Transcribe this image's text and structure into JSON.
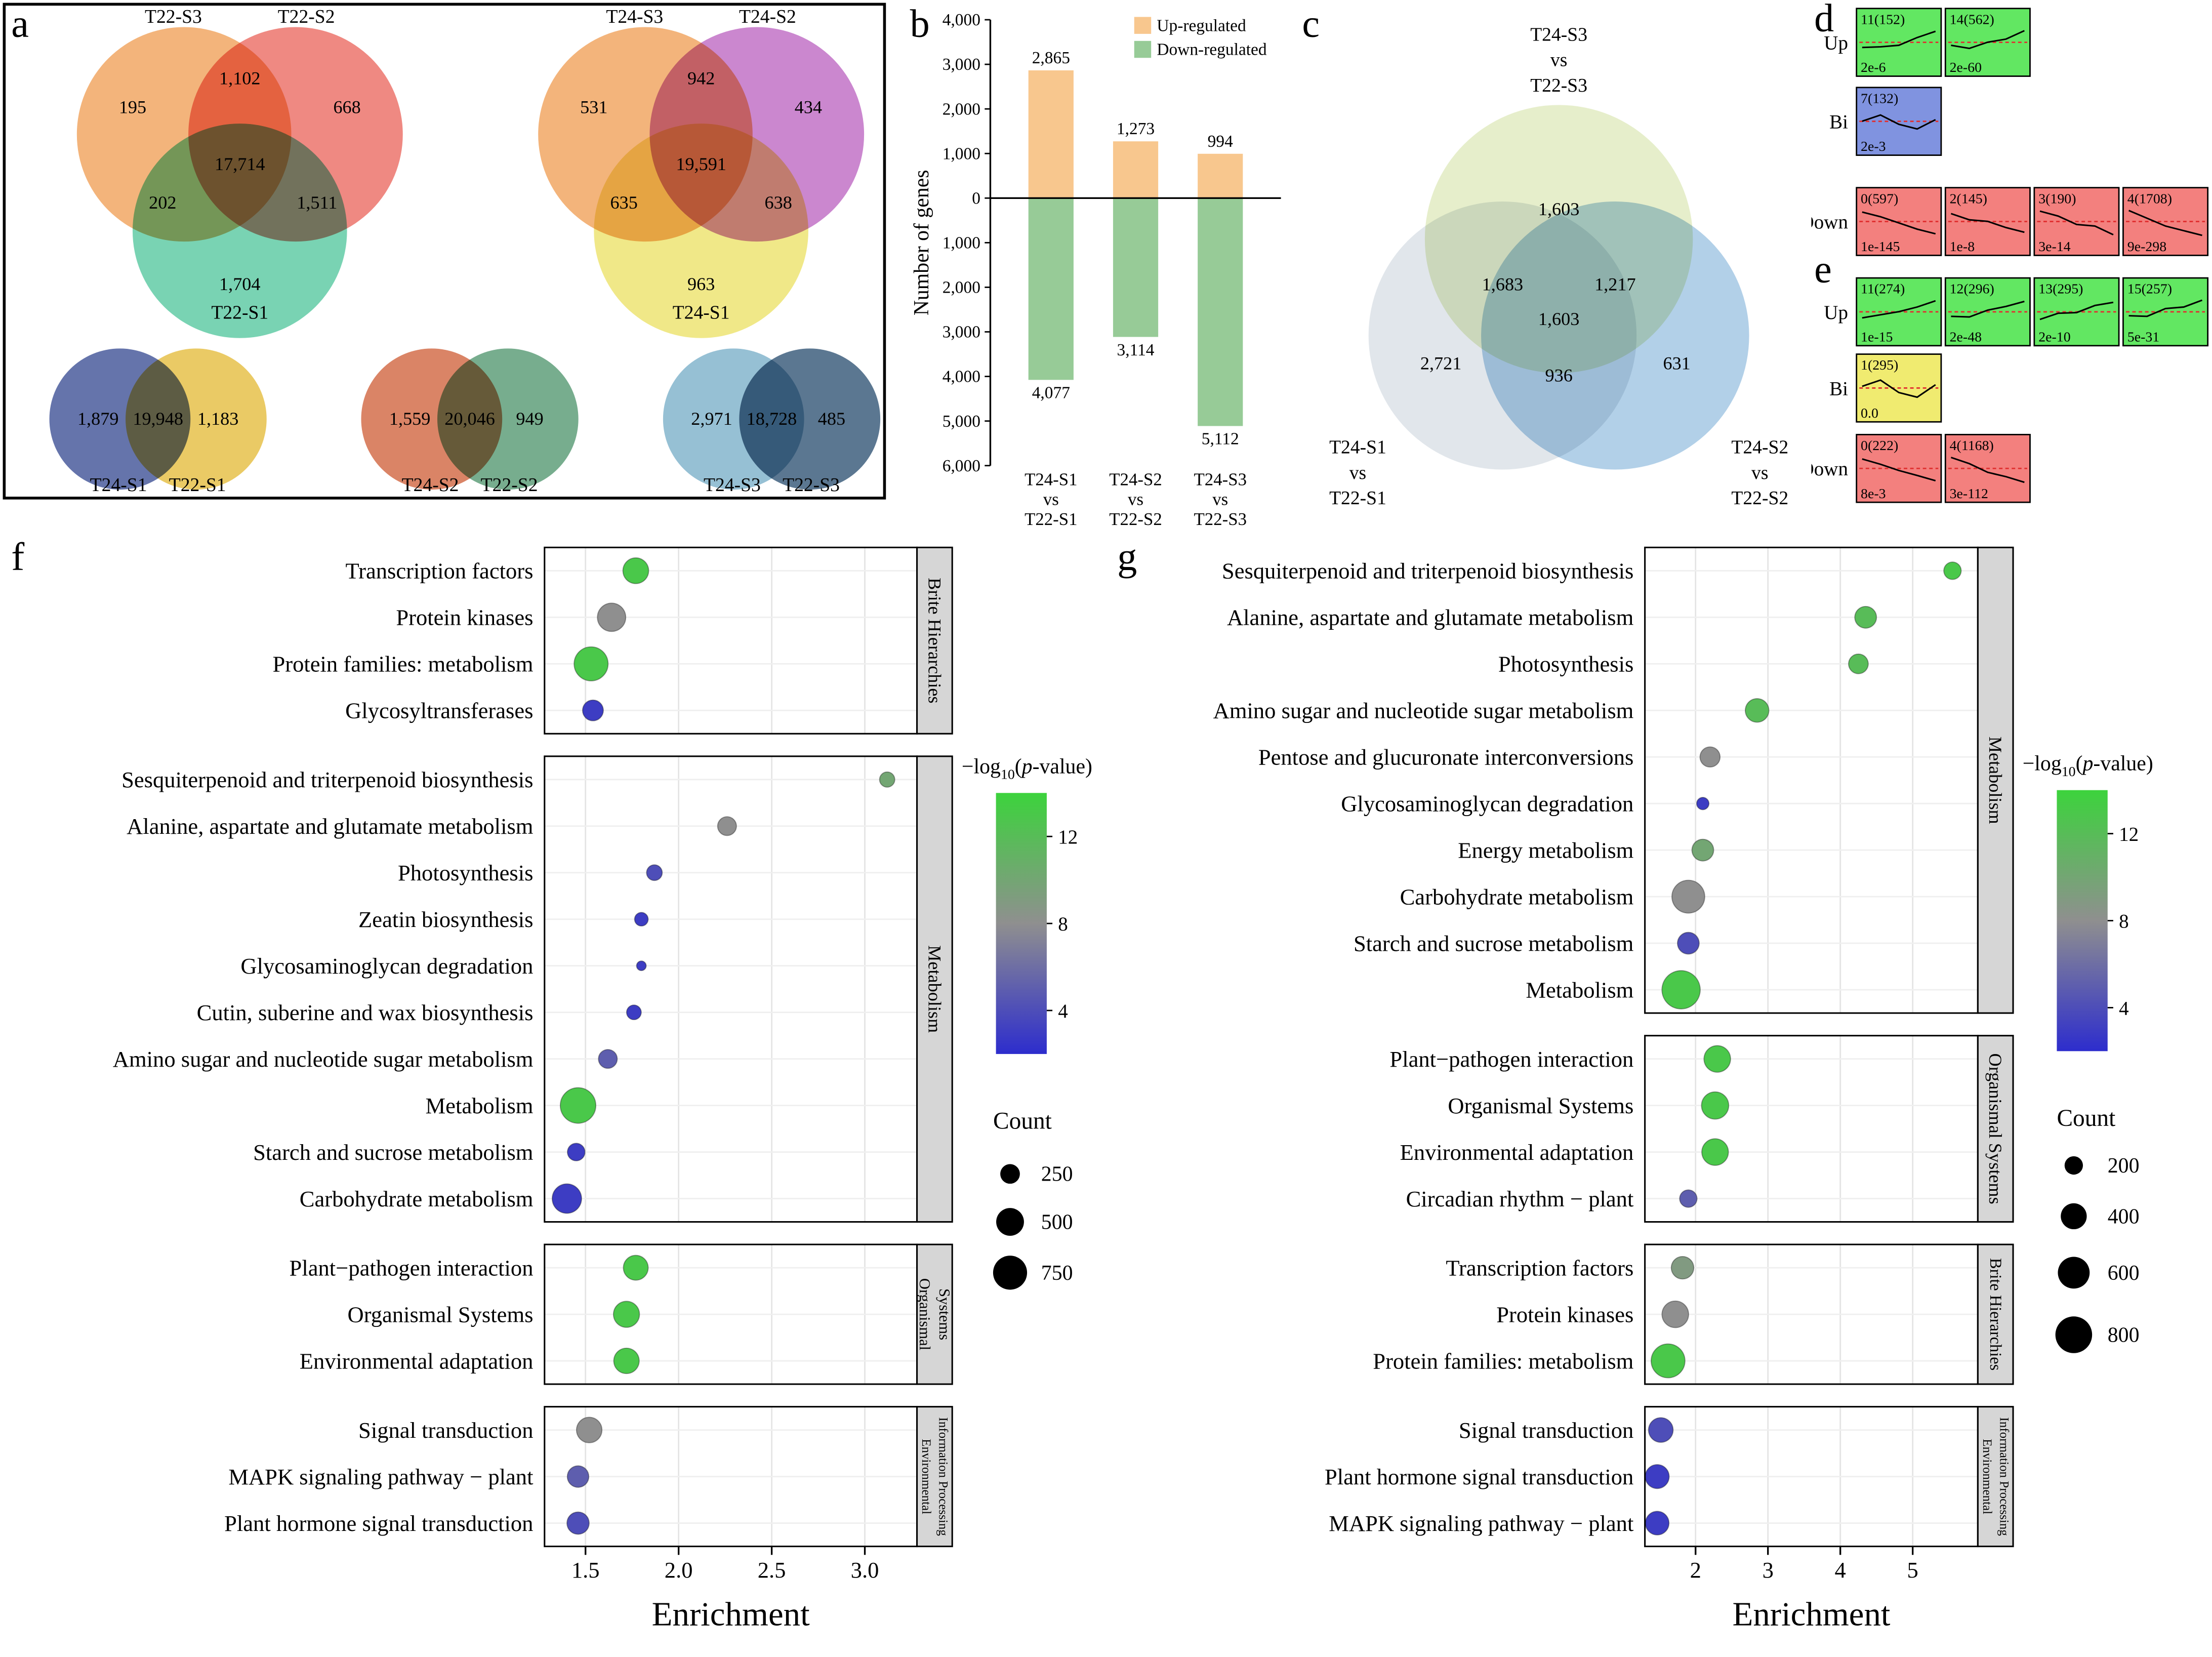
{
  "figure": {
    "panels": {
      "a": "a",
      "b": "b",
      "c": "c",
      "d": "d",
      "e": "e",
      "f": "f",
      "g": "g"
    }
  },
  "chart_data": [
    {
      "panel": "a",
      "type": "venn",
      "diagrams": [
        {
          "kind": "venn3",
          "orientation": "two-top",
          "sets": [
            "T22-S3",
            "T22-S2",
            "T22-S1"
          ],
          "colors": [
            "#F0A35E",
            "#EC6F66",
            "#5BC9A2"
          ],
          "regions": {
            "A_only": "195",
            "B_only": "668",
            "C_only": "1,704",
            "AB": "1,102",
            "AC": "202",
            "BC": "1,511",
            "ABC": "17,714"
          }
        },
        {
          "kind": "venn3",
          "orientation": "two-top",
          "sets": [
            "T24-S3",
            "T24-S2",
            "T24-S1"
          ],
          "colors": [
            "#F0A35E",
            "#C06CC4",
            "#EDE36E"
          ],
          "regions": {
            "A_only": "531",
            "B_only": "434",
            "C_only": "963",
            "AB": "942",
            "AC": "635",
            "BC": "638",
            "ABC": "19,591"
          }
        },
        {
          "kind": "venn2",
          "sets": [
            "T24-S1",
            "T22-S1"
          ],
          "colors": [
            "#4A5C9C",
            "#E6C14A"
          ],
          "regions": {
            "A_only": "1,879",
            "AB": "19,948",
            "B_only": "1,183"
          }
        },
        {
          "kind": "venn2",
          "sets": [
            "T24-S2",
            "T22-S2"
          ],
          "colors": [
            "#D46F4B",
            "#5F9F7A"
          ],
          "regions": {
            "A_only": "1,559",
            "AB": "20,046",
            "B_only": "949"
          }
        },
        {
          "kind": "venn2",
          "sets": [
            "T24-S3",
            "T22-S3"
          ],
          "colors": [
            "#84B5CD",
            "#3E5F7E"
          ],
          "regions": {
            "A_only": "2,971",
            "AB": "18,728",
            "B_only": "485"
          }
        }
      ]
    },
    {
      "panel": "b",
      "type": "bar",
      "ylabel": "Number of genes",
      "ylim": [
        -6000,
        4000
      ],
      "y_ticks": [
        4000,
        3000,
        2000,
        1000,
        0,
        -1000,
        -2000,
        -3000,
        -4000,
        -5000,
        -6000
      ],
      "y_tick_labels": [
        "4,000",
        "3,000",
        "2,000",
        "1,000",
        "0",
        "1,000",
        "2,000",
        "3,000",
        "4,000",
        "5,000",
        "6,000"
      ],
      "legend": [
        {
          "label": "Up-regulated",
          "color": "#F8C78E"
        },
        {
          "label": "Down-regulated",
          "color": "#97CB97"
        }
      ],
      "categories": [
        [
          "T24-S1",
          "vs",
          "T22-S1"
        ],
        [
          "T24-S2",
          "vs",
          "T22-S2"
        ],
        [
          "T24-S3",
          "vs",
          "T22-S3"
        ]
      ],
      "series": [
        {
          "name": "Up-regulated",
          "color": "#F8C78E",
          "values": [
            2865,
            1273,
            994
          ],
          "labels": [
            "2,865",
            "1,273",
            "994"
          ]
        },
        {
          "name": "Down-regulated",
          "color": "#97CB97",
          "values": [
            4077,
            3114,
            5112
          ],
          "labels": [
            "4,077",
            "3,114",
            "5,112"
          ]
        }
      ]
    },
    {
      "panel": "c",
      "type": "venn",
      "diagrams": [
        {
          "kind": "venn3",
          "orientation": "one-top",
          "sets": [
            [
              "T24-S3",
              "vs",
              "T22-S3"
            ],
            [
              "T24-S1",
              "vs",
              "T22-S1"
            ],
            [
              "T24-S2",
              "vs",
              "T22-S2"
            ]
          ],
          "colors": [
            "#D6E3A8",
            "#CDD5DE",
            "#7FB0D8"
          ],
          "regions": {
            "A_only": "1,603",
            "B_only": "2,721",
            "C_only": "631",
            "AB": "1,683",
            "AC": "1,217",
            "BC": "936",
            "ABC": "1,603"
          }
        }
      ]
    },
    {
      "panel": "d",
      "type": "cluster-profiles",
      "rows": [
        {
          "label": "Up",
          "color": "#62E762",
          "cells": [
            {
              "id": "11(152)",
              "p": "2e-6",
              "curve": [
                0.62,
                0.6,
                0.55,
                0.3,
                0.1
              ]
            },
            {
              "id": "14(562)",
              "p": "2e-60",
              "curve": [
                0.55,
                0.65,
                0.45,
                0.35,
                0.08
              ]
            }
          ]
        },
        {
          "label": "Bi",
          "color": "#8093E0",
          "cells": [
            {
              "id": "7(132)",
              "p": "2e-3",
              "curve": [
                0.45,
                0.25,
                0.55,
                0.7,
                0.4
              ]
            }
          ]
        },
        {
          "label": "Down",
          "color": "#F3807E",
          "cells": [
            {
              "id": "0(597)",
              "p": "1e-145",
              "curve": [
                0.15,
                0.3,
                0.5,
                0.7,
                0.85
              ]
            },
            {
              "id": "2(145)",
              "p": "1e-8",
              "curve": [
                0.2,
                0.4,
                0.45,
                0.65,
                0.8
              ]
            },
            {
              "id": "3(190)",
              "p": "3e-14",
              "curve": [
                0.12,
                0.28,
                0.55,
                0.6,
                0.88
              ]
            },
            {
              "id": "4(1708)",
              "p": "9e-298",
              "curve": [
                0.1,
                0.35,
                0.6,
                0.75,
                0.9
              ]
            }
          ]
        }
      ]
    },
    {
      "panel": "e",
      "type": "cluster-profiles",
      "rows": [
        {
          "label": "Up",
          "color": "#62E762",
          "cells": [
            {
              "id": "11(274)",
              "p": "1e-15",
              "curve": [
                0.65,
                0.55,
                0.45,
                0.3,
                0.1
              ]
            },
            {
              "id": "12(296)",
              "p": "2e-48",
              "curve": [
                0.6,
                0.62,
                0.4,
                0.28,
                0.12
              ]
            },
            {
              "id": "13(295)",
              "p": "2e-10",
              "curve": [
                0.7,
                0.5,
                0.48,
                0.25,
                0.15
              ]
            },
            {
              "id": "15(257)",
              "p": "5e-31",
              "curve": [
                0.58,
                0.6,
                0.35,
                0.3,
                0.08
              ]
            }
          ]
        },
        {
          "label": "Bi",
          "color": "#F0EB70",
          "cells": [
            {
              "id": "1(295)",
              "p": "0.0",
              "curve": [
                0.4,
                0.2,
                0.6,
                0.75,
                0.35
              ]
            }
          ]
        },
        {
          "label": "Down",
          "color": "#F3807E",
          "cells": [
            {
              "id": "0(222)",
              "p": "8e-3",
              "curve": [
                0.15,
                0.32,
                0.52,
                0.68,
                0.85
              ]
            },
            {
              "id": "4(1168)",
              "p": "3e-112",
              "curve": [
                0.1,
                0.3,
                0.58,
                0.72,
                0.9
              ]
            }
          ]
        }
      ]
    },
    {
      "panel": "f",
      "type": "bubble",
      "xlabel": "Enrichment",
      "xlim": [
        1.28,
        3.28
      ],
      "x_ticks": [
        1.5,
        2.0,
        2.5,
        3.0
      ],
      "x_tick_labels": [
        "1.5",
        "2.0",
        "2.5",
        "3.0"
      ],
      "color_legend": {
        "title": "−log10(p-value)",
        "domain": [
          2,
          14
        ],
        "ticks": [
          12,
          8,
          4
        ]
      },
      "size_legend": {
        "title": "Count",
        "values": [
          250,
          500,
          750
        ]
      },
      "facets": [
        {
          "strip": [
            "Brite Hierarchies"
          ],
          "rows": [
            {
              "label": "Transcription factors",
              "enrichment": 1.77,
              "logp": 13,
              "count": 430
            },
            {
              "label": "Protein kinases",
              "enrichment": 1.64,
              "logp": 8,
              "count": 520
            },
            {
              "label": "Protein families: metabolism",
              "enrichment": 1.53,
              "logp": 13,
              "count": 750
            },
            {
              "label": "Glycosyltransferases",
              "enrichment": 1.54,
              "logp": 3,
              "count": 280
            }
          ]
        },
        {
          "strip": [
            "Metabolism"
          ],
          "rows": [
            {
              "label": "Sesquiterpenoid and triterpenoid biosynthesis",
              "enrichment": 3.12,
              "logp": 10,
              "count": 150
            },
            {
              "label": "Alanine, aspartate and glutamate metabolism",
              "enrichment": 2.26,
              "logp": 8,
              "count": 230
            },
            {
              "label": "Photosynthesis",
              "enrichment": 1.87,
              "logp": 4,
              "count": 160
            },
            {
              "label": "Zeatin biosynthesis",
              "enrichment": 1.8,
              "logp": 3,
              "count": 120
            },
            {
              "label": "Glycosaminoglycan degradation",
              "enrichment": 1.8,
              "logp": 3,
              "count": 60
            },
            {
              "label": "Cutin, suberine and wax biosynthesis",
              "enrichment": 1.76,
              "logp": 3,
              "count": 140
            },
            {
              "label": "Amino sugar and nucleotide sugar metabolism",
              "enrichment": 1.62,
              "logp": 5,
              "count": 230
            },
            {
              "label": "Metabolism",
              "enrichment": 1.46,
              "logp": 13,
              "count": 820
            },
            {
              "label": "Starch and sucrose metabolism",
              "enrichment": 1.45,
              "logp": 3,
              "count": 200
            },
            {
              "label": "Carbohydrate metabolism",
              "enrichment": 1.4,
              "logp": 3,
              "count": 560
            }
          ]
        },
        {
          "strip": [
            "Organismal",
            "Systems"
          ],
          "rows": [
            {
              "label": "Plant−pathogen interaction",
              "enrichment": 1.77,
              "logp": 13,
              "count": 400
            },
            {
              "label": "Organismal Systems",
              "enrichment": 1.72,
              "logp": 13,
              "count": 440
            },
            {
              "label": "Environmental adaptation",
              "enrichment": 1.72,
              "logp": 13,
              "count": 420
            }
          ]
        },
        {
          "strip": [
            "Environmental",
            "Information Processing"
          ],
          "rows": [
            {
              "label": "Signal transduction",
              "enrichment": 1.52,
              "logp": 8,
              "count": 420
            },
            {
              "label": "MAPK signaling pathway − plant",
              "enrichment": 1.46,
              "logp": 5,
              "count": 300
            },
            {
              "label": "Plant hormone signal transduction",
              "enrichment": 1.46,
              "logp": 4,
              "count": 320
            }
          ]
        }
      ]
    },
    {
      "panel": "g",
      "type": "bubble",
      "xlabel": "Enrichment",
      "xlim": [
        1.3,
        5.9
      ],
      "x_ticks": [
        2,
        3,
        4,
        5
      ],
      "x_tick_labels": [
        "2",
        "3",
        "4",
        "5"
      ],
      "color_legend": {
        "title": "−log10(p-value)",
        "domain": [
          2,
          14
        ],
        "ticks": [
          12,
          8,
          4
        ]
      },
      "size_legend": {
        "title": "Count",
        "values": [
          200,
          400,
          600,
          800
        ]
      },
      "facets": [
        {
          "strip": [
            "Metabolism"
          ],
          "rows": [
            {
              "label": "Sesquiterpenoid and triterpenoid biosynthesis",
              "enrichment": 5.55,
              "logp": 13,
              "count": 180
            },
            {
              "label": "Alanine, aspartate and glutamate metabolism",
              "enrichment": 4.35,
              "logp": 12,
              "count": 280
            },
            {
              "label": "Photosynthesis",
              "enrichment": 4.25,
              "logp": 12,
              "count": 230
            },
            {
              "label": "Amino sugar and nucleotide sugar metabolism",
              "enrichment": 2.85,
              "logp": 12,
              "count": 330
            },
            {
              "label": "Pentose and glucuronate interconversions",
              "enrichment": 2.2,
              "logp": 8,
              "count": 240
            },
            {
              "label": "Glycosaminoglycan degradation",
              "enrichment": 2.1,
              "logp": 3,
              "count": 90
            },
            {
              "label": "Energy metabolism",
              "enrichment": 2.1,
              "logp": 10,
              "count": 280
            },
            {
              "label": "Carbohydrate metabolism",
              "enrichment": 1.9,
              "logp": 8,
              "count": 640
            },
            {
              "label": "Starch and sucrose metabolism",
              "enrichment": 1.9,
              "logp": 4,
              "count": 280
            },
            {
              "label": "Metabolism",
              "enrichment": 1.8,
              "logp": 13,
              "count": 870
            }
          ]
        },
        {
          "strip": [
            "Organismal Systems"
          ],
          "rows": [
            {
              "label": "Plant−pathogen interaction",
              "enrichment": 2.3,
              "logp": 13,
              "count": 420
            },
            {
              "label": "Organismal Systems",
              "enrichment": 2.27,
              "logp": 13,
              "count": 440
            },
            {
              "label": "Environmental adaptation",
              "enrichment": 2.27,
              "logp": 13,
              "count": 420
            },
            {
              "label": "Circadian rhythm − plant",
              "enrichment": 1.9,
              "logp": 5,
              "count": 180
            }
          ]
        },
        {
          "strip": [
            "Brite Hierarchies"
          ],
          "rows": [
            {
              "label": "Transcription factors",
              "enrichment": 1.82,
              "logp": 9,
              "count": 300
            },
            {
              "label": "Protein kinases",
              "enrichment": 1.72,
              "logp": 8,
              "count": 420
            },
            {
              "label": "Protein families: metabolism",
              "enrichment": 1.62,
              "logp": 13,
              "count": 680
            }
          ]
        },
        {
          "strip": [
            "Environmental",
            "Information Processing"
          ],
          "rows": [
            {
              "label": "Signal transduction",
              "enrichment": 1.52,
              "logp": 4,
              "count": 360
            },
            {
              "label": "Plant hormone signal transduction",
              "enrichment": 1.47,
              "logp": 3,
              "count": 340
            },
            {
              "label": "MAPK signaling pathway − plant",
              "enrichment": 1.47,
              "logp": 3,
              "count": 330
            }
          ]
        }
      ]
    }
  ]
}
